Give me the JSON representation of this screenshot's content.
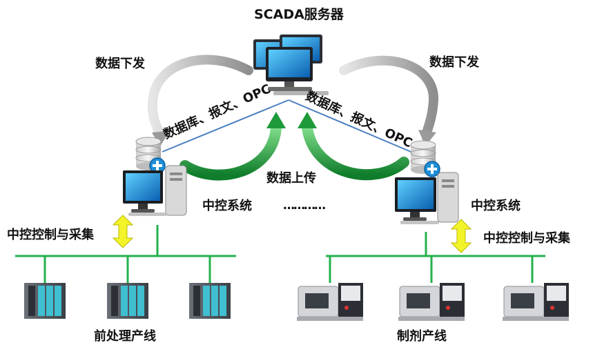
{
  "server": {
    "label": "SCADA服务器"
  },
  "downlink": {
    "left_label": "数据下发",
    "right_label": "数据下发"
  },
  "protocols": {
    "left_label": "数据库、报文、OPC",
    "right_label": "数据库、报文、OPC"
  },
  "uplink": {
    "label": "数据上传"
  },
  "control": {
    "left_label": "中控系统",
    "right_label": "中控系统",
    "ellipsis": "…………",
    "left_io_label": "中控控制与采集",
    "right_io_label": "中控控制与采集"
  },
  "lines": {
    "left_label": "前处理产线",
    "right_label": "制剂产线"
  },
  "colors": {
    "bus": "#22b14c",
    "link": "#4a7fc1",
    "uplink_arrow": "#1f9a3a",
    "downlink_arrow": "#a9a9a9",
    "io_arrow": "#f3f32a",
    "screen": "#1d8fd8"
  }
}
